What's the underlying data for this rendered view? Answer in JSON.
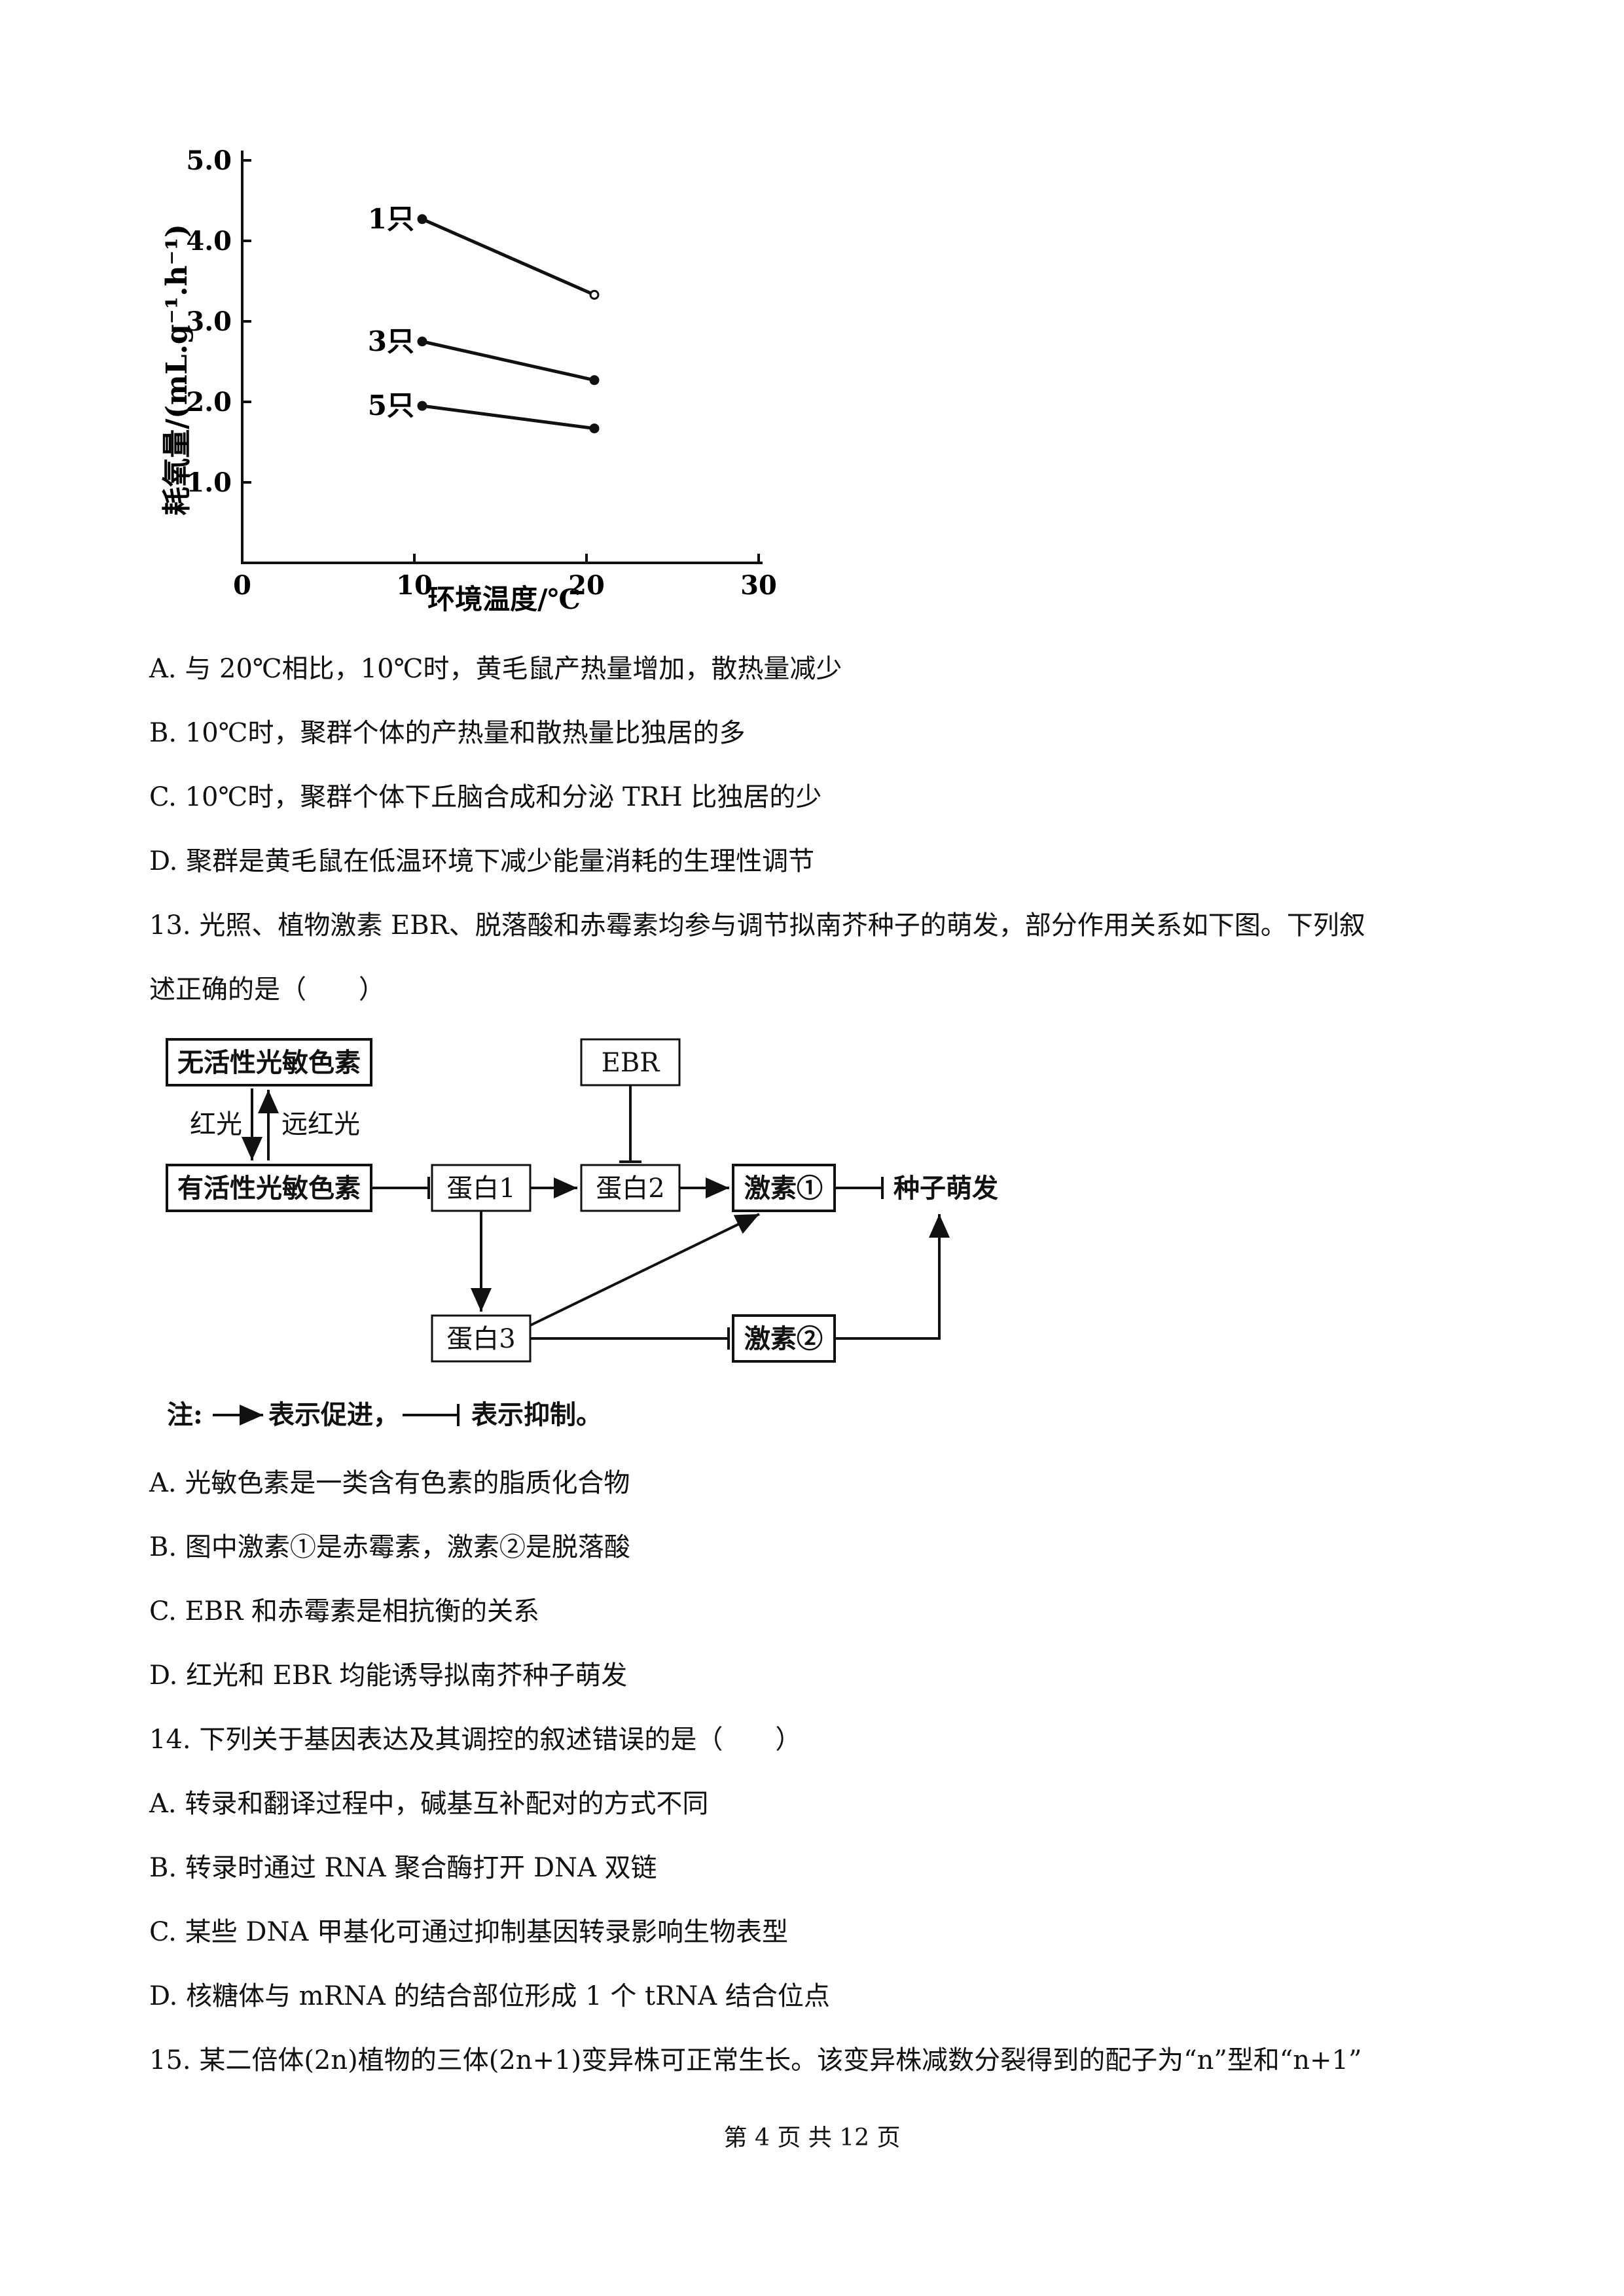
{
  "chart_data": {
    "type": "line",
    "ylabel": "耗氧量/(mL.g⁻¹.h⁻¹)",
    "xlabel": "环境温度/℃",
    "xlim": [
      0,
      30
    ],
    "ylim": [
      0,
      5.0
    ],
    "xticks": [
      "0",
      "10",
      "20",
      "30"
    ],
    "yticks": [
      "1.0",
      "2.0",
      "3.0",
      "4.0",
      "5.0"
    ],
    "series": [
      {
        "name": "1只",
        "x": [
          10,
          20
        ],
        "values": [
          4.27,
          3.33
        ]
      },
      {
        "name": "3只",
        "x": [
          10,
          20
        ],
        "values": [
          2.75,
          2.27
        ]
      },
      {
        "name": "5只",
        "x": [
          10,
          20
        ],
        "values": [
          1.95,
          1.67
        ]
      }
    ],
    "grid": false
  },
  "q12_options": [
    "A. 与 20℃相比，10℃时，黄毛鼠产热量增加，散热量减少",
    "B. 10℃时，聚群个体的产热量和散热量比独居的多",
    "C. 10℃时，聚群个体下丘脑合成和分泌 TRH 比独居的少",
    "D. 聚群是黄毛鼠在低温环境下减少能量消耗的生理性调节"
  ],
  "q13": {
    "stem_line1": "13. 光照、植物激素 EBR、脱落酸和赤霉素均参与调节拟南芥种子的萌发，部分作用关系如下图。下列叙",
    "stem_line2": "述正确的是（　　）",
    "diagram": {
      "inactive": "无活性光敏色素",
      "active": "有活性光敏色素",
      "red": "红光",
      "far_red": "远红光",
      "ebr": "EBR",
      "protein1": "蛋白1",
      "protein2": "蛋白2",
      "protein3": "蛋白3",
      "hormone1": "激素①",
      "hormone2": "激素②",
      "germination": "种子萌发",
      "note_prefix": "注:",
      "note_promote": "表示促进，",
      "note_inhibit": "表示抑制。"
    },
    "options": [
      "A. 光敏色素是一类含有色素的脂质化合物",
      "B. 图中激素①是赤霉素，激素②是脱落酸",
      "C. EBR 和赤霉素是相抗衡的关系",
      "D. 红光和 EBR 均能诱导拟南芥种子萌发"
    ]
  },
  "q14": {
    "stem": "14. 下列关于基因表达及其调控的叙述错误的是（　　）",
    "options": [
      "A. 转录和翻译过程中，碱基互补配对的方式不同",
      "B. 转录时通过 RNA 聚合酶打开 DNA 双链",
      "C. 某些 DNA 甲基化可通过抑制基因转录影响生物表型",
      "D. 核糖体与 mRNA 的结合部位形成 1 个 tRNA 结合位点"
    ]
  },
  "q15": {
    "stem": "15. 某二倍体(2n)植物的三体(2n+1)变异株可正常生长。该变异株减数分裂得到的配子为“n”型和“n+1”"
  },
  "footer": "第 4 页 共 12 页"
}
